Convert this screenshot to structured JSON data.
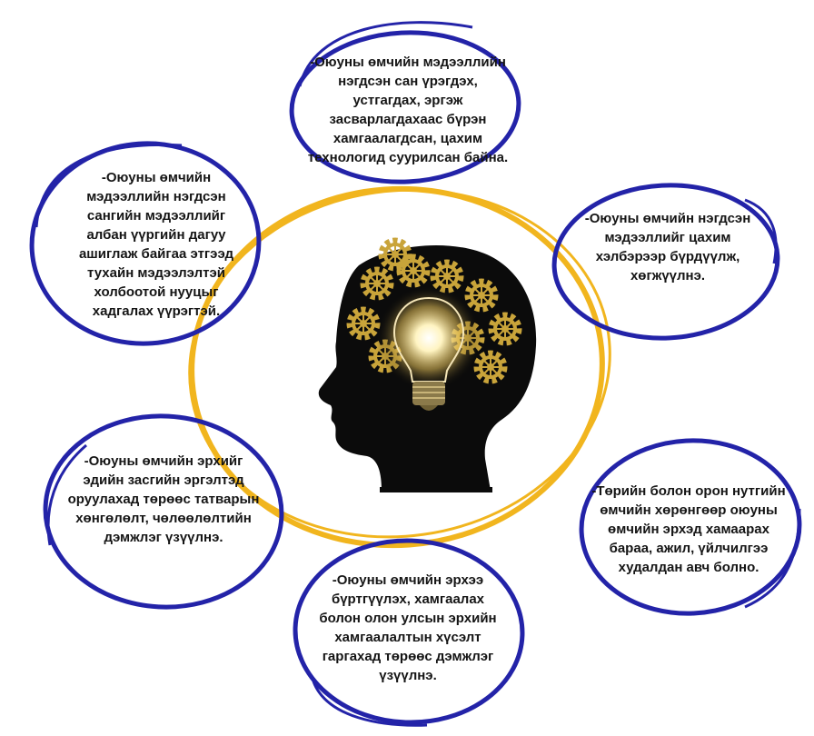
{
  "diagram": {
    "center_image": "human-head-silhouette-with-lightbulb-and-gears",
    "colors": {
      "ring": "#F1B51E",
      "bubble_outline": "#2323A8",
      "head": "#0b0b0b",
      "gear": "#C9A43A",
      "bulb_glow": "#FFF1B0"
    },
    "bubbles": {
      "top": "-Оюуны өмчийн мэдээллийн нэгдсэн сан үрэгдэх, устгагдах, эргэж засварлагдахаас бүрэн хамгаалагдсан, цахим технологид суурилсан байна.",
      "left": "-Оюуны өмчийн мэдээллийн нэгдсэн сангийн мэдээллийг албан үүргийн дагуу ашиглаж байгаа этгээд тухайн мэдээлэлтэй холбоотой нууцыг хадгалах үүрэгтэй.",
      "right": "-Оюуны өмчийн нэгдсэн мэдээллийг цахим хэлбэрээр бүрдүүлж, хөгжүүлнэ.",
      "lower_left": "-Оюуны өмчийн эрхийг эдийн засгийн эргэлтэд оруулахад төрөөс татварын хөнгөлөлт, чөлөөлөлтийн дэмжлэг үзүүлнэ.",
      "lower_right": "-Төрийн болон орон нутгийн өмчийн хөрөнгөөр оюуны өмчийн эрхэд хамаарах бараа, ажил, үйлчилгээ худалдан авч болно.",
      "bottom": "-Оюуны өмчийн эрхээ бүртгүүлэх, хамгаалах болон олон улсын эрхийн хамгаалалтын хүсэлт гаргахад төрөөс дэмжлэг үзүүлнэ."
    }
  }
}
